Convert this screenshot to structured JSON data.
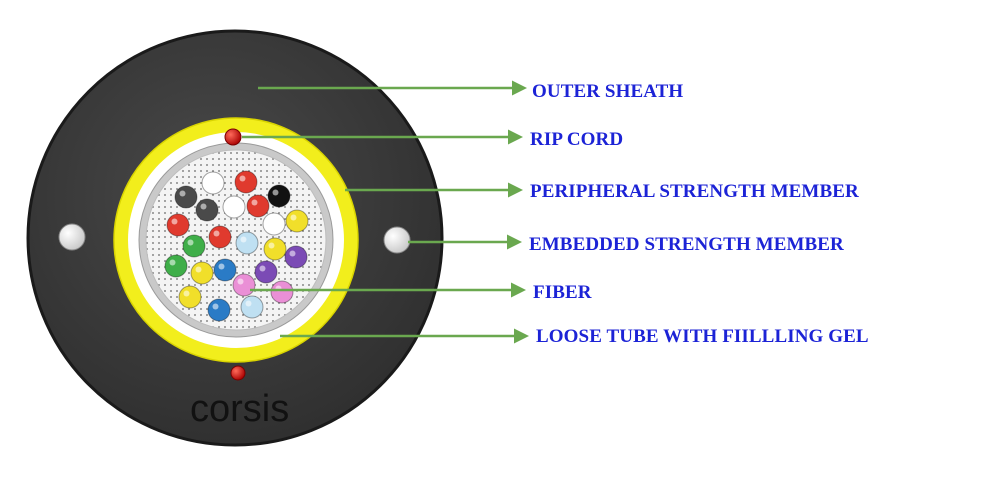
{
  "diagram": {
    "brand": "corsis",
    "labels": [
      {
        "text": "OUTER SHEATH",
        "target": "outer-sheath"
      },
      {
        "text": "RIP CORD",
        "target": "rip-cord"
      },
      {
        "text": "PERIPHERAL STRENGTH MEMBER",
        "target": "peripheral-strength-member"
      },
      {
        "text": "EMBEDDED STRENGTH MEMBER",
        "target": "embedded-strength-member"
      },
      {
        "text": "FIBER",
        "target": "fiber"
      },
      {
        "text": "LOOSE TUBE WITH FIILLLING GEL",
        "target": "loose-tube"
      }
    ],
    "colors": {
      "sheath": "#3b3b3b",
      "strength_yellow": "#f2ee1c",
      "rip_cord": "#d21414",
      "arrow": "#6aa84f",
      "label_text": "#1c23d6"
    },
    "fiber_colors": [
      "#2a7bc6",
      "#e03a2e",
      "#3fae49",
      "#f1df2a",
      "#7b4bb5",
      "#ffffff",
      "#4a4a4a",
      "#ea8fd6",
      "#bfe0f2",
      "#111111"
    ]
  }
}
